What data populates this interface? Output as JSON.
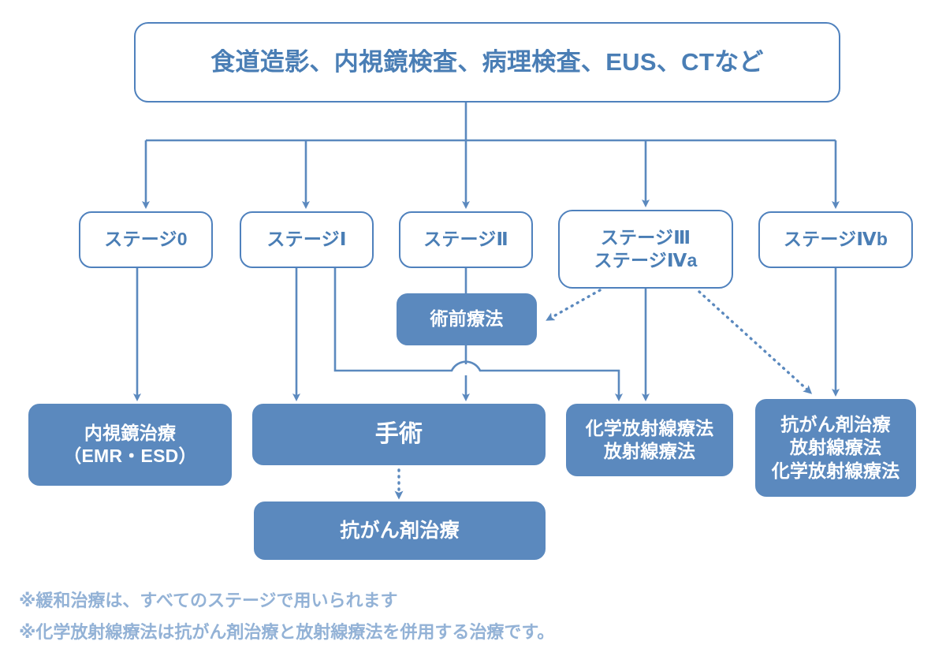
{
  "diagram": {
    "title_box": {
      "label": "食道造影、内視鏡検査、病理検査、EUS、CTなど"
    },
    "colors": {
      "fill": "#5B89BE",
      "outline_border": "#4F81BD",
      "outline_text": "#4A7EB5",
      "connector": "#5B89BE",
      "footnote_text": "#93B2D6",
      "background": "#FFFFFF"
    },
    "stages": [
      {
        "id": "stage0",
        "lines": [
          "ステージ0"
        ]
      },
      {
        "id": "stage1",
        "lines": [
          "ステージⅠ"
        ]
      },
      {
        "id": "stage2",
        "lines": [
          "ステージⅡ"
        ]
      },
      {
        "id": "stage3",
        "lines": [
          "ステージⅢ",
          "ステージⅣa"
        ]
      },
      {
        "id": "stage4b",
        "lines": [
          "ステージⅣb"
        ]
      }
    ],
    "treatments": [
      {
        "id": "preop",
        "lines": [
          "術前療法"
        ]
      },
      {
        "id": "endo",
        "lines": [
          "内視鏡治療",
          "（EMR・ESD）"
        ]
      },
      {
        "id": "surgery",
        "lines": [
          "手術"
        ]
      },
      {
        "id": "chemo",
        "lines": [
          "抗がん剤治療"
        ]
      },
      {
        "id": "crt",
        "lines": [
          "化学放射線療法",
          "放射線療法"
        ]
      },
      {
        "id": "palliate",
        "lines": [
          "抗がん剤治療",
          "放射線療法",
          "化学放射線療法"
        ]
      }
    ],
    "footnotes": [
      "※緩和治療は、すべてのステージで用いられます",
      "※化学放射線療法は抗がん剤治療と放射線療法を併用する治療です。"
    ]
  }
}
